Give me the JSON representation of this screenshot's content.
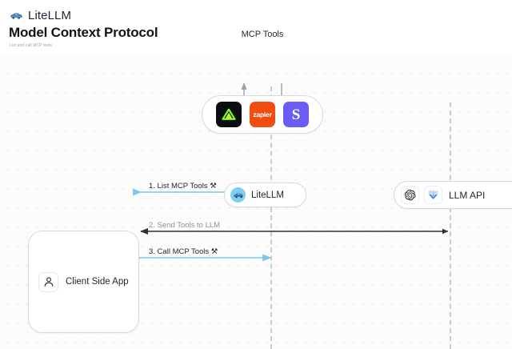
{
  "header": {
    "brand_name": "LiteLLM",
    "brand_icon": "truck-icon",
    "page_title": "Model Context Protocol",
    "page_subtitle": "List and call MCP tools"
  },
  "diagram": {
    "mcp_group": {
      "label": "MCP Tools",
      "tools": [
        {
          "name": "linear",
          "icon": "linear-triangle-icon",
          "color": "#0b0d0e"
        },
        {
          "name": "zapier",
          "icon": "zapier-wordmark-icon",
          "label": "zapier",
          "color": "#f04d12"
        },
        {
          "name": "slack",
          "icon": "slack-s-icon",
          "label": "S",
          "color": "#6b5cf6"
        }
      ]
    },
    "nodes": [
      {
        "id": "litellm",
        "label": "LiteLLM",
        "icon": "litellm-avatar-icon"
      },
      {
        "id": "llm_api",
        "label": "LLM API",
        "icons": [
          "openai-logo-icon",
          "gemini-logo-icon"
        ]
      },
      {
        "id": "client",
        "label": "Client Side App",
        "icon": "user-person-icon"
      }
    ],
    "flows": [
      {
        "step": "1",
        "label": "1. List MCP Tools ⚒",
        "style": "blue",
        "direction": "bidirectional"
      },
      {
        "step": "2",
        "label": "2. Send Tools to LLM",
        "style": "gray",
        "direction": "left"
      },
      {
        "step": "3",
        "label": "3. Call MCP Tools ⚒",
        "style": "blue",
        "direction": "bidirectional"
      }
    ],
    "colors": {
      "accent_blue": "#7cc7f0",
      "arrow_dark": "#2b3038",
      "lifeline": "#c7cbd2",
      "canvas": "#fcfcfd"
    }
  }
}
